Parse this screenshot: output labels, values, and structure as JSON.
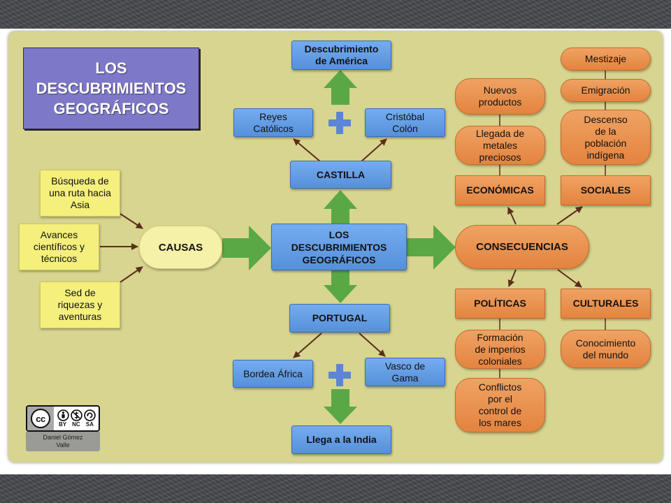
{
  "title": "LOS\nDESCUBRIMIENTOS\nGEOGRÁFICOS",
  "causes": {
    "label": "CAUSAS",
    "items": [
      "Búsqueda de\nuna ruta hacia\nAsia",
      "Avances\ncientíficos y\ntécnicos",
      "Sed de\nriquezas y\naventuras"
    ]
  },
  "center": "LOS\nDESCUBRIMIENTOS\nGEOGRÁFICOS",
  "castilla": {
    "label": "CASTILLA",
    "left": "Reyes\nCatólicos",
    "right": "Cristóbal\nColón",
    "result": "Descubrimiento\nde América"
  },
  "portugal": {
    "label": "PORTUGAL",
    "left": "Bordea África",
    "right": "Vasco de\nGama",
    "result": "Llega a la India"
  },
  "consequences": {
    "label": "CONSECUENCIAS",
    "economic": {
      "label": "ECONÓMICAS",
      "items": [
        "Nuevos\nproductos",
        "Llegada de\nmetales\npreciosos"
      ]
    },
    "social": {
      "label": "SOCIALES",
      "items": [
        "Mestizaje",
        "Emigración",
        "Descenso\nde la\npoblación\nindígena"
      ]
    },
    "political": {
      "label": "POLÍTICAS",
      "items": [
        "Formación\nde imperios\ncoloniales",
        "Conflictos\npor el\ncontrol de\nlos mares"
      ]
    },
    "cultural": {
      "label": "CULTURALES",
      "items": [
        "Conocimiento\ndel mundo"
      ]
    }
  },
  "license": {
    "logo": "cc",
    "terms": "BY NC SA",
    "author": "Daniel Gómez\nValle",
    "icons": [
      "attribution-icon",
      "noncommercial-icon",
      "sharealike-icon"
    ]
  },
  "colors": {
    "panel": "#d7d58f",
    "blue": "#5e9ae0",
    "yellow": "#f5ef7c",
    "orange": "#e88f4f",
    "green": "#5aa845",
    "connector": "#5a2e1a",
    "plus": "#5d84d6",
    "title-bg": "#7e78c8"
  }
}
